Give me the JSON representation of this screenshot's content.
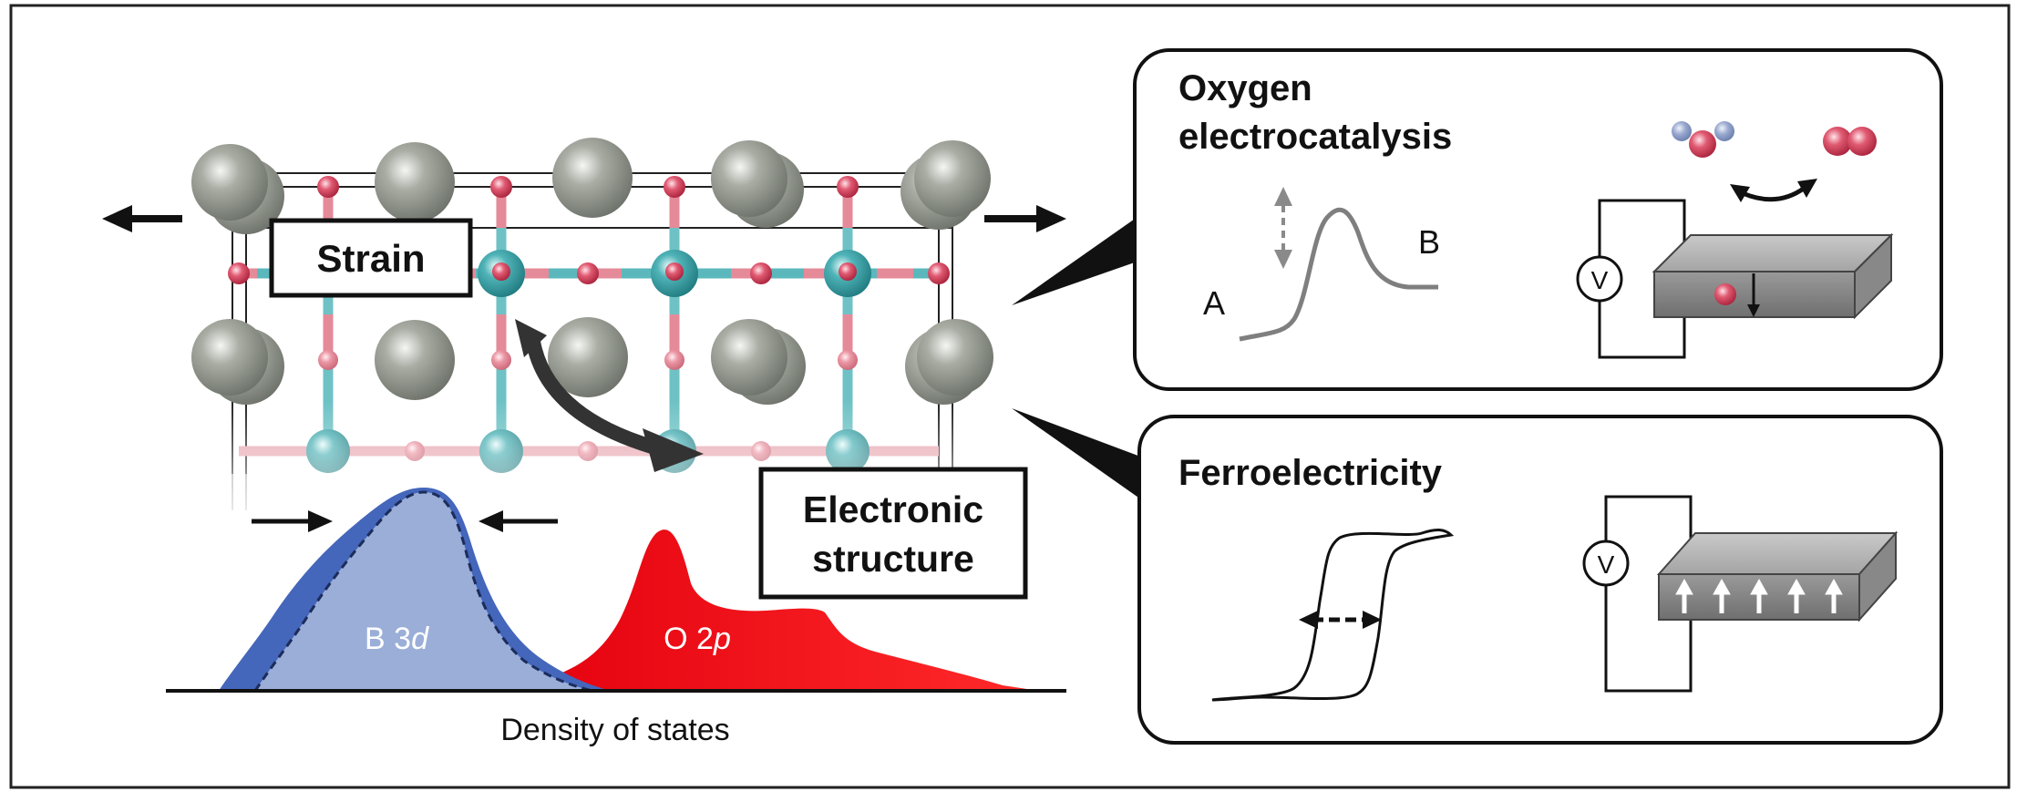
{
  "left_panel": {
    "strain_label": "Strain",
    "electronic_label_line1": "Electronic",
    "electronic_label_line2": "structure",
    "dos_axis_label": "Density of states",
    "b_peak": {
      "prefix": "B 3",
      "italic": "d"
    },
    "o_peak": {
      "prefix": "O 2",
      "italic": "p"
    }
  },
  "oxygen_panel": {
    "title_line1": "Oxygen",
    "title_line2": "electrocatalysis",
    "state_a": "A",
    "state_b": "B",
    "voltmeter": "V"
  },
  "ferro_panel": {
    "title": "Ferroelectricity",
    "voltmeter": "V"
  },
  "colors": {
    "b_peak_fill": "#9aaed8",
    "b_peak_edge": "#3f5fb5",
    "o_peak": "#e8000f",
    "a_site_atom": "#8a8f86",
    "b_site_atom": "#3fa3a8",
    "oxygen_atom": "#d8455f"
  }
}
